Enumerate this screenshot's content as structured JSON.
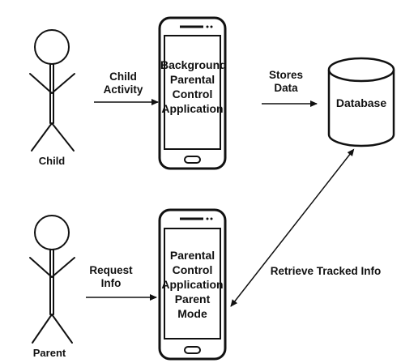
{
  "actors": {
    "child": {
      "label": "Child"
    },
    "parent": {
      "label": "Parent"
    }
  },
  "phones": {
    "child_phone": {
      "lines": [
        "Background",
        "Parental",
        "Control",
        "Application"
      ]
    },
    "parent_phone": {
      "lines": [
        "Parental",
        "Control",
        "Application",
        "Parent",
        "Mode"
      ]
    }
  },
  "database": {
    "label": "Database"
  },
  "edges": {
    "child_activity": {
      "lines": [
        "Child",
        "Activity"
      ]
    },
    "stores_data": {
      "lines": [
        "Stores",
        "Data"
      ]
    },
    "request_info": {
      "lines": [
        "Request",
        "Info"
      ]
    },
    "retrieve_tracked_info": {
      "label": "Retrieve Tracked Info"
    }
  }
}
